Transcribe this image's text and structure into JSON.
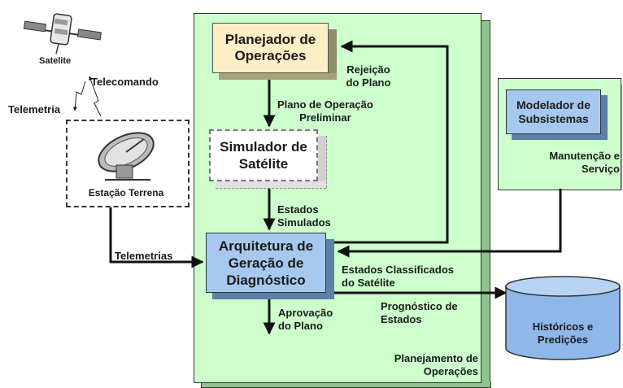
{
  "satellite": {
    "label": "Satelite",
    "icon": "satellite-icon"
  },
  "telecomando": "Telecomando",
  "telemetria": "Telemetria",
  "estacao_terrena": {
    "label": "Estação Terrena",
    "icon": "satellite-dish-icon"
  },
  "telemetrias": "Telemetrias",
  "planejador": "Planejador de Operações",
  "rejeicao": [
    "Rejeição",
    "do Plano"
  ],
  "plano_preliminar": [
    "Plano de Operação",
    "Preliminar"
  ],
  "simulador": "Simulador de Satélite",
  "estados_simulados": [
    "Estados",
    "Simulados"
  ],
  "arquitetura": "Arquitetura de Geração de Diagnóstico",
  "estados_classificados": [
    "Estados Classificados",
    "do Satélite"
  ],
  "prognostico": [
    "Prognóstico de",
    "Estados"
  ],
  "aprovacao": [
    "Aprovação",
    "do Plano"
  ],
  "planejamento": [
    "Planejamento de",
    "Operações"
  ],
  "modelador": "Modelador de Subsistemas",
  "manutencao": [
    "Manutenção e",
    "Serviço"
  ],
  "historicos": "Históricos e Predições",
  "colors": {
    "panel": "#ccffcc",
    "planner": "#fdeec5",
    "blue_box": "#a6c8ee",
    "cylinder": "#8fb8ea"
  }
}
